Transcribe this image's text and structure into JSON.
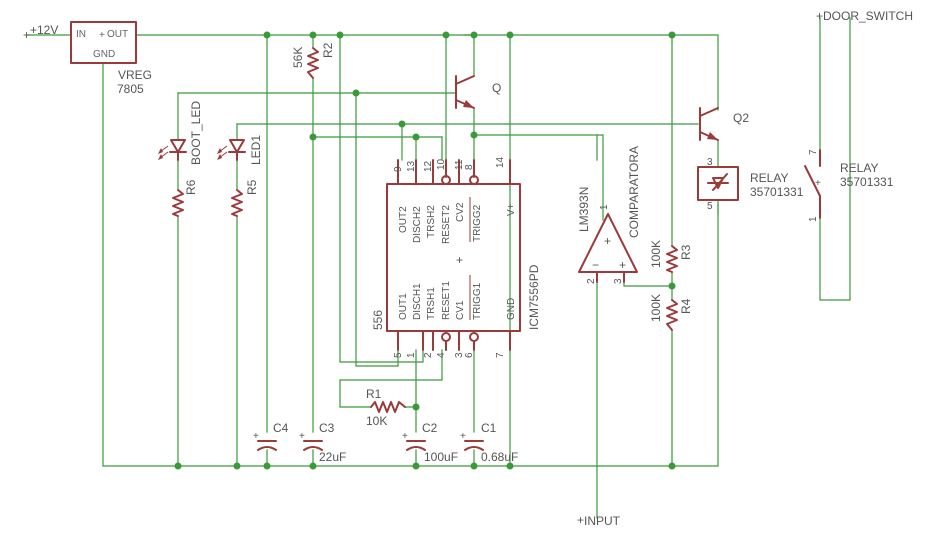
{
  "supply": {
    "net": "+12V"
  },
  "vreg": {
    "name": "VREG",
    "value": "7805",
    "pin_in": "IN",
    "pin_out": "OUT",
    "pin_gnd": "GND"
  },
  "door_switch": {
    "net": "DOOR_SWITCH"
  },
  "input": {
    "net": "INPUT"
  },
  "ic": {
    "name": "556",
    "value": "ICM7556PD",
    "top_pins": [
      {
        "num": "9",
        "name": "OUT2"
      },
      {
        "num": "13",
        "name": "DISCH2"
      },
      {
        "num": "12",
        "name": "TRSH2"
      },
      {
        "num": "10",
        "name": "RESET2"
      },
      {
        "num": "11",
        "name": "CV2"
      },
      {
        "num": "8",
        "name": "TRIGG2"
      },
      {
        "num": "14",
        "name": "V+"
      }
    ],
    "bottom_pins": [
      {
        "num": "5",
        "name": "OUT1"
      },
      {
        "num": "1",
        "name": "DISCH1"
      },
      {
        "num": "2",
        "name": "TRSH1"
      },
      {
        "num": "4",
        "name": "RESET1"
      },
      {
        "num": "3",
        "name": "CV1"
      },
      {
        "num": "6",
        "name": "TRIGG1"
      },
      {
        "num": "7",
        "name": "GND"
      }
    ],
    "plus": "+"
  },
  "comparator": {
    "name": "COMPARATORA",
    "value": "LM393N",
    "pin_out": "1",
    "pin_neg": "2",
    "pin_pos": "3",
    "minus": "−",
    "plus": "+"
  },
  "q1": {
    "name": "Q"
  },
  "q2": {
    "name": "Q2"
  },
  "relay_coil": {
    "name": "RELAY",
    "value": "35701331",
    "pin_top": "3",
    "pin_bot": "5"
  },
  "relay_contact": {
    "name": "RELAY",
    "value": "35701331",
    "pin_top": "7",
    "pin_bot": "1"
  },
  "r1": {
    "name": "R1",
    "value": "10K"
  },
  "r2": {
    "name": "R2",
    "value": "56K"
  },
  "r3": {
    "name": "R3",
    "value": "100K"
  },
  "r4": {
    "name": "R4",
    "value": "100K"
  },
  "r5": {
    "name": "R5"
  },
  "r6": {
    "name": "R6"
  },
  "led1": {
    "name": "LED1"
  },
  "boot_led": {
    "name": "BOOT_LED"
  },
  "c1": {
    "name": "C1",
    "value": "0.68uF",
    "plus": "+"
  },
  "c2": {
    "name": "C2",
    "value": "100uF",
    "plus": "+"
  },
  "c3": {
    "name": "C3",
    "value": "22uF",
    "plus": "+"
  },
  "c4": {
    "name": "C4",
    "plus": "+"
  },
  "colors": {
    "wire": "#3a9a3a",
    "part": "#9a3a3a",
    "text": "#555555"
  }
}
